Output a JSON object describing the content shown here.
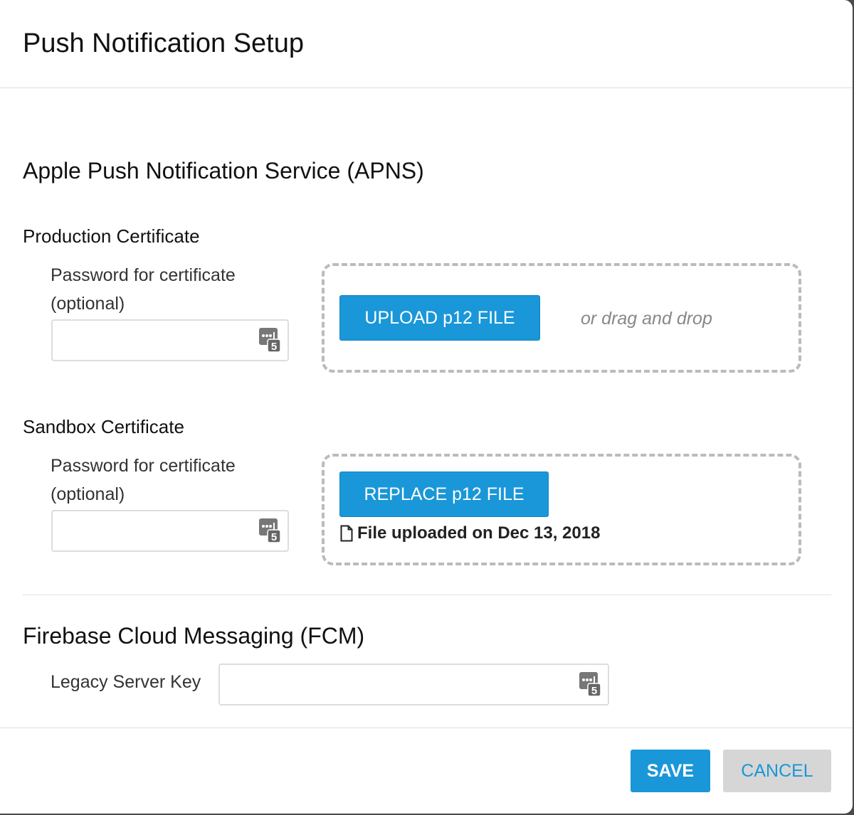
{
  "title": "Push Notification Setup",
  "apns": {
    "heading": "Apple Push Notification Service (APNS)",
    "production": {
      "heading": "Production Certificate",
      "label_line1": "Password for certificate",
      "label_line2": "(optional)",
      "password_value": "",
      "button": "UPLOAD p12 FILE",
      "drop_hint": "or drag and drop"
    },
    "sandbox": {
      "heading": "Sandbox Certificate",
      "label_line1": "Password for certificate",
      "label_line2": "(optional)",
      "password_value": "",
      "button": "REPLACE p12 FILE",
      "file_status": "File uploaded on Dec 13, 2018"
    }
  },
  "fcm": {
    "heading": "Firebase Cloud Messaging (FCM)",
    "label": "Legacy Server Key",
    "value": ""
  },
  "footer": {
    "save": "SAVE",
    "cancel": "CANCEL"
  },
  "colors": {
    "primary": "#1a97d8",
    "cancel_bg": "#d6d6d6"
  },
  "icons": {
    "password_manager": "password-manager-icon",
    "file": "file-icon"
  }
}
